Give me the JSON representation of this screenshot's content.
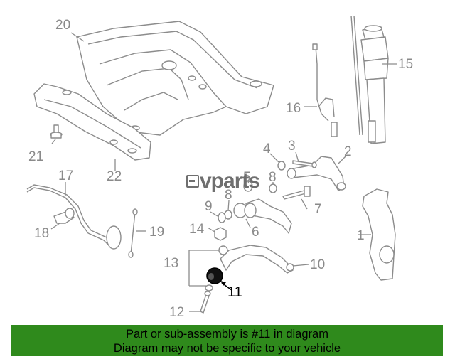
{
  "callouts": {
    "c1": "1",
    "c2": "2",
    "c3": "3",
    "c4": "4",
    "c5": "5",
    "c6": "6",
    "c7": "7",
    "c8a": "8",
    "c8b": "8",
    "c9": "9",
    "c10": "10",
    "c11": "11",
    "c12": "12",
    "c13": "13",
    "c14": "14",
    "c15": "15",
    "c16": "16",
    "c17": "17",
    "c18": "18",
    "c19": "19",
    "c20": "20",
    "c21": "21",
    "c22": "22"
  },
  "highlighted_part": "11",
  "logo": {
    "text": "vparts"
  },
  "banner": {
    "line1": "Part or sub-assembly is #11 in diagram",
    "line2": "Diagram may not be specific to your vehicle"
  },
  "colors": {
    "banner_bg": "#2f8a1c",
    "line_art": "#8c8c8c",
    "callout_text": "#8a8a8a",
    "highlight_text": "#000000"
  }
}
